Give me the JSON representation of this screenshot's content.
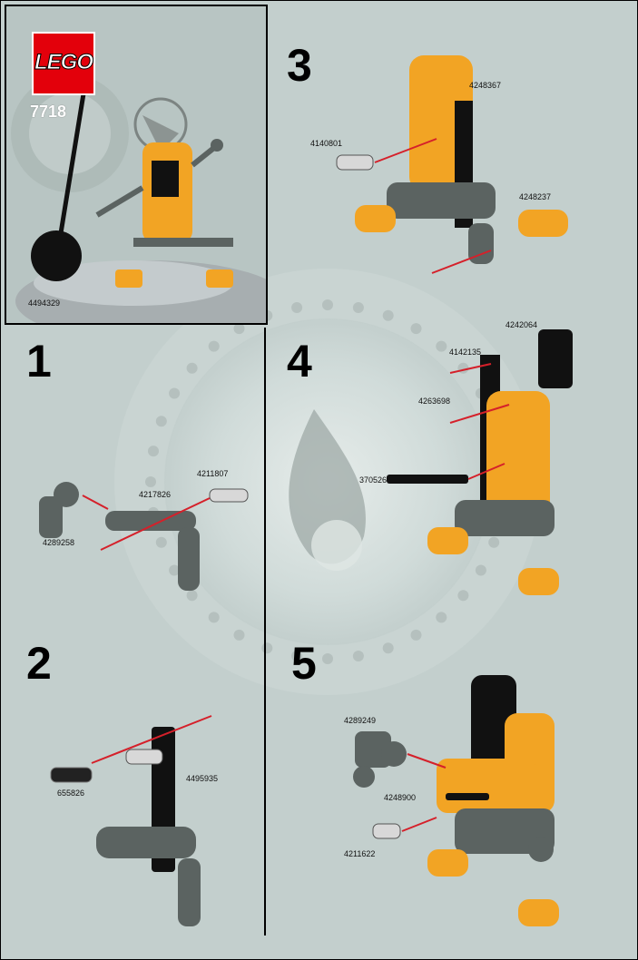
{
  "cover": {
    "logo": "LEGO",
    "set_number": "7718",
    "booklet_code": "4494329"
  },
  "steps": [
    {
      "number": "1",
      "parts": [
        "4211807",
        "4217826",
        "4289258"
      ]
    },
    {
      "number": "2",
      "parts": [
        "655826",
        "4495935"
      ]
    },
    {
      "number": "3",
      "parts": [
        "4248367",
        "4140801",
        "4248237"
      ]
    },
    {
      "number": "4",
      "parts": [
        "4242064",
        "4142135",
        "4263698",
        "370526"
      ]
    },
    {
      "number": "5",
      "parts": [
        "4289249",
        "4248900",
        "4211622"
      ]
    }
  ],
  "colors": {
    "background": "#c3cfcd",
    "orange": "#f2a424",
    "dark_gray": "#5b6361",
    "black": "#111111",
    "arrow_red": "#d5202a",
    "lego_red": "#e3000b"
  },
  "icons": [
    "lego-logo",
    "assembly-arrow-icon"
  ]
}
